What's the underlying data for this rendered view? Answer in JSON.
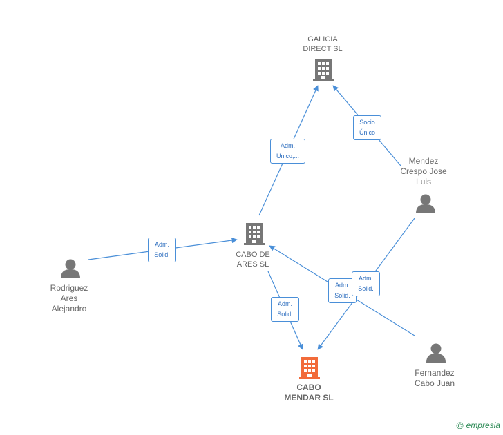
{
  "nodes": {
    "galicia": {
      "line1": "GALICIA",
      "line2": "DIRECT SL"
    },
    "cabo_ares": {
      "line1": "CABO DE",
      "line2": "ARES  SL"
    },
    "cabo_mendar": {
      "line1": "CABO",
      "line2": "MENDAR  SL"
    },
    "mendez": {
      "line1": "Mendez",
      "line2": "Crespo Jose",
      "line3": "Luis"
    },
    "rodriguez": {
      "line1": "Rodriguez",
      "line2": "Ares",
      "line3": "Alejandro"
    },
    "fernandez": {
      "line1": "Fernandez",
      "line2": "Cabo Juan"
    }
  },
  "edges": {
    "ares_to_galicia": {
      "line1": "Adm.",
      "line2": "Unico,..."
    },
    "mendez_to_galicia": {
      "line1": "Socio",
      "line2": "Único"
    },
    "rodriguez_to_ares": {
      "line1": "Adm.",
      "line2": "Solid."
    },
    "ares_to_mendar": {
      "line1": "Adm.",
      "line2": "Solid."
    },
    "fernandez_to_ares": {
      "line1": "Adm.",
      "line2": "Solid."
    },
    "mendez_to_mendar": {
      "line1": "Adm.",
      "line2": "Solid."
    }
  },
  "colors": {
    "edge": "#4a8fd8",
    "company": "#777777",
    "focus": "#f26b3a",
    "person": "#777777"
  },
  "brand": {
    "copyright": "©",
    "name": "empresia"
  }
}
